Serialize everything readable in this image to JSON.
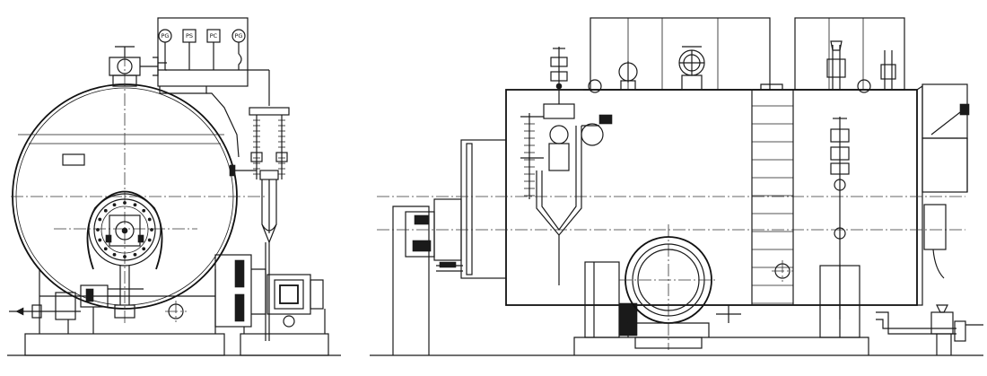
{
  "gauges": [
    {
      "id": "g1",
      "label": "PG"
    },
    {
      "id": "g2",
      "label": "PS"
    },
    {
      "id": "g3",
      "label": "PC"
    },
    {
      "id": "g4",
      "label": "PG"
    }
  ]
}
